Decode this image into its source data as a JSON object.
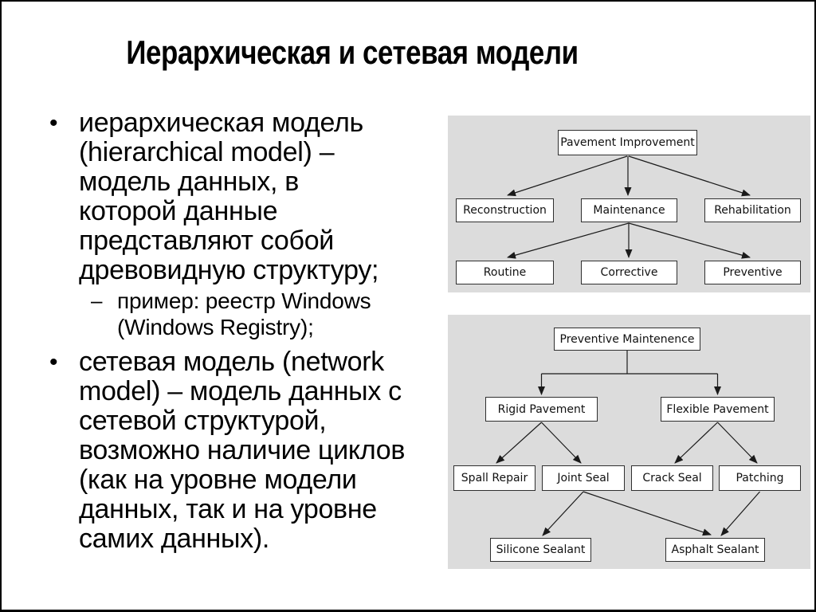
{
  "slide": {
    "title": "Иерархическая и сетевая модели"
  },
  "bullets": {
    "b1": {
      "marker": "•",
      "lines": [
        "иерархическая модель",
        "(hierarchical model) –",
        "модель данных, в",
        "которой данные",
        "представляют собой",
        "древовидную структуру;"
      ]
    },
    "sub": {
      "marker": "–",
      "lines": [
        "пример: реестр Windows",
        "(Windows Registry);"
      ]
    },
    "b2": {
      "marker": "•",
      "lines": [
        "сетевая модель (network",
        "model) – модель данных с",
        "сетевой структурой,",
        "возможно наличие циклов",
        "(как на уровне модели",
        "данных, так и на уровне",
        "самих данных)."
      ]
    }
  },
  "diagrams": {
    "hierarchical": {
      "nodes": {
        "root": "Pavement Improvement",
        "child1": "Reconstruction",
        "child2": "Maintenance",
        "child3": "Rehabilitation",
        "leaf1": "Routine",
        "leaf2": "Corrective",
        "leaf3": "Preventive"
      },
      "edges": [
        [
          "Pavement Improvement",
          "Reconstruction"
        ],
        [
          "Pavement Improvement",
          "Maintenance"
        ],
        [
          "Pavement Improvement",
          "Rehabilitation"
        ],
        [
          "Maintenance",
          "Routine"
        ],
        [
          "Maintenance",
          "Corrective"
        ],
        [
          "Maintenance",
          "Preventive"
        ]
      ]
    },
    "network": {
      "nodes": {
        "root": "Preventive Maintenence",
        "rigid": "Rigid Pavement",
        "flexible": "Flexible Pavement",
        "spall": "Spall Repair",
        "joint": "Joint Seal",
        "crack": "Crack Seal",
        "patching": "Patching",
        "silicone": "Silicone Sealant",
        "asphalt": "Asphalt Sealant"
      },
      "edges": [
        [
          "Preventive Maintenence",
          "Rigid Pavement"
        ],
        [
          "Preventive Maintenence",
          "Flexible Pavement"
        ],
        [
          "Rigid Pavement",
          "Spall Repair"
        ],
        [
          "Rigid Pavement",
          "Joint Seal"
        ],
        [
          "Flexible Pavement",
          "Crack Seal"
        ],
        [
          "Flexible Pavement",
          "Patching"
        ],
        [
          "Joint Seal",
          "Silicone Sealant"
        ],
        [
          "Joint Seal",
          "Asphalt Sealant"
        ],
        [
          "Patching",
          "Asphalt Sealant"
        ]
      ]
    }
  },
  "colors": {
    "panel_bg": "#dcdcdc",
    "node_bg": "#ffffff",
    "node_border": "#2f2f2f",
    "arrow": "#1a1a1a",
    "text": "#000000",
    "slide_border": "#000000"
  }
}
